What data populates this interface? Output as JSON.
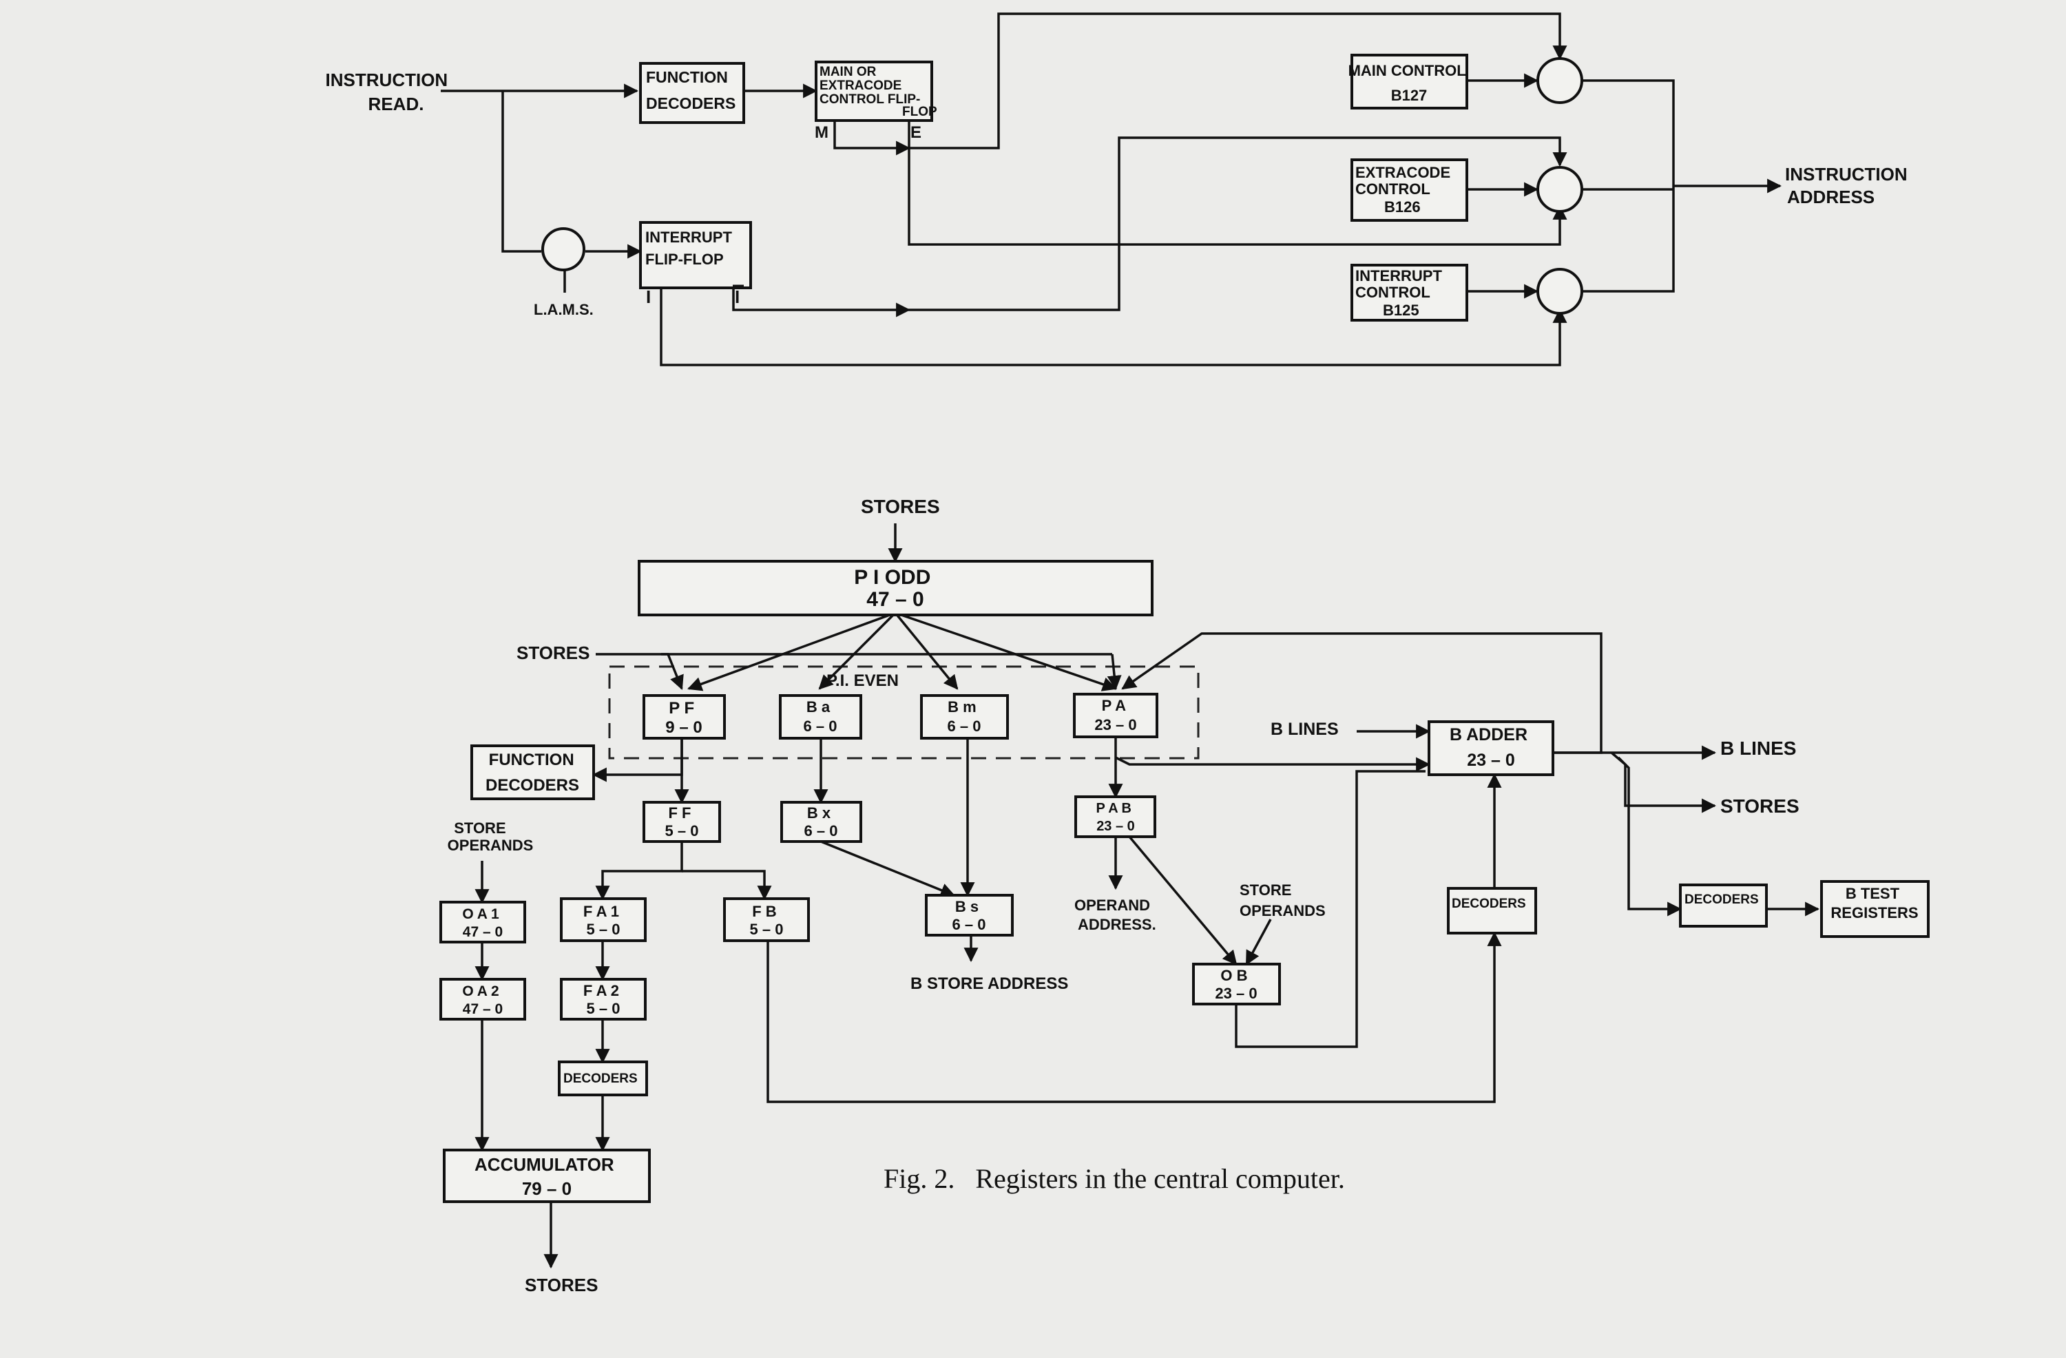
{
  "diagram": {
    "caption": "Fig. 2.   Registers in the central computer.",
    "top": {
      "instruction_read": [
        "INSTRUCTION",
        "READ."
      ],
      "function_decoders": [
        "FUNCTION",
        "DECODERS"
      ],
      "main_extracode_ff": [
        "MAIN OR",
        "EXTRACODE",
        "CONTROL FLIP-",
        "FLOP"
      ],
      "m": "M",
      "e": "E",
      "interrupt_ff": [
        "INTERRUPT",
        "FLIP-FLOP"
      ],
      "i": "I",
      "i_bar": "I",
      "lams": "L.A.M.S.",
      "main_control": [
        "MAIN CONTROL",
        "B127"
      ],
      "extracode_control": [
        "EXTRACODE",
        "CONTROL",
        "B126"
      ],
      "interrupt_control": [
        "INTERRUPT",
        "CONTROL",
        "B125"
      ],
      "instruction_address": [
        "INSTRUCTION",
        "ADDRESS"
      ]
    },
    "bottom": {
      "stores_top": "STORES",
      "pi_odd": [
        "P I  ODD",
        "47 – 0"
      ],
      "stores_left": "STORES",
      "pi_even": "P.I. EVEN",
      "pf": [
        "P F",
        "9 – 0"
      ],
      "ba": [
        "B a",
        "6 – 0"
      ],
      "bm": [
        "B m",
        "6 – 0"
      ],
      "pa": [
        "P A",
        "23 – 0"
      ],
      "b_lines_in": "B LINES",
      "b_adder": [
        "B ADDER",
        "23 – 0"
      ],
      "b_lines_out": "B LINES",
      "stores_out": "STORES",
      "function_decoders": [
        "FUNCTION",
        "DECODERS"
      ],
      "ff": [
        "F F",
        "5 – 0"
      ],
      "bx": [
        "B x",
        "6 – 0"
      ],
      "pab": [
        "P A B",
        "23 – 0"
      ],
      "store_operands_left": [
        "STORE",
        "OPERANDS"
      ],
      "oa1": [
        "O A 1",
        "47 – 0"
      ],
      "fa1": [
        "F A 1",
        "5 – 0"
      ],
      "fb": [
        "F B",
        "5 – 0"
      ],
      "bs": [
        "B s",
        "6 – 0"
      ],
      "b_store_address": "B STORE ADDRESS",
      "operand_address": [
        "OPERAND",
        "ADDRESS."
      ],
      "store_operands_right": [
        "STORE",
        "OPERANDS"
      ],
      "ob": [
        "O B",
        "23 – 0"
      ],
      "decoders_mid": "DECODERS",
      "decoders_right": "DECODERS",
      "b_test_registers": [
        "B TEST",
        "REGISTERS"
      ],
      "oa2": [
        "O A 2",
        "47 – 0"
      ],
      "fa2": [
        "F A 2",
        "5 – 0"
      ],
      "decoders_left": "DECODERS",
      "accumulator": [
        "ACCUMULATOR",
        "79 – 0"
      ],
      "stores_bottom": "STORES"
    }
  }
}
